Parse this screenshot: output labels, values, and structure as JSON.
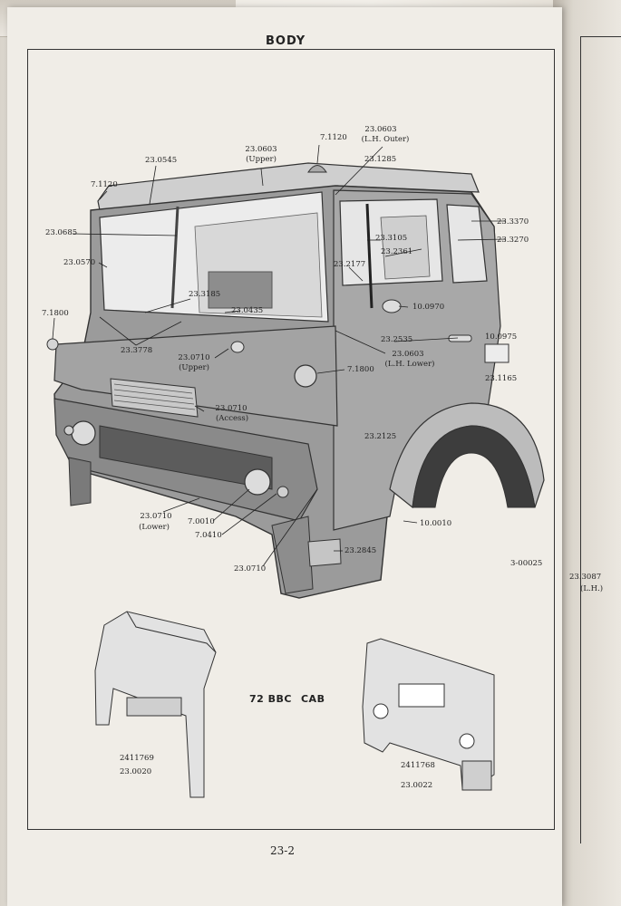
{
  "page": {
    "header": "BODY",
    "page_number": "23-2",
    "illustration_title_prefix": "72 BBC",
    "illustration_title_suffix": "CAB",
    "figure_code": "3-00025"
  },
  "callouts": {
    "c_545": "23.0545",
    "c_7120a": "7.1120",
    "c_603_upper": "23.0603",
    "upper_note": "(Upper)",
    "c_7120b": "7.1120",
    "c_603_lh_outer": "23.0603",
    "lh_outer_note": "(L.H. Outer)",
    "c_1285": "23.1285",
    "c_685": "23.0685",
    "c_570": "23.0570",
    "c_3370": "23.3370",
    "c_3270": "23.3270",
    "c_3105": "23.3105",
    "c_2361": "23.2361",
    "c_2177": "23.2177",
    "c_3185": "23.3185",
    "c_435": "23.0435",
    "c_970": "10.0970",
    "c_1800a": "7.1800",
    "c_3778": "23.3778",
    "c_2535": "23.2535",
    "c_975": "10.0975",
    "c_603_lh_lower": "23.0603",
    "lh_lower_note": "(L.H. Lower)",
    "c_710_upper": "23.0710",
    "upper_note2": "(Upper)",
    "c_1165": "23.1165",
    "c_1800b": "7.1800",
    "c_710_access": "23.0710",
    "access_note": "(Access)",
    "c_2125": "23.2125",
    "c_710_lower": "23.0710",
    "lower_note": "(Lower)",
    "c_7010": "7.0010",
    "c_7410": "7.0410",
    "c_10010": "10.0010",
    "c_2845": "23.2845",
    "c_710b": "23.0710",
    "c_2411769": "2411769",
    "c_020": "23.0020",
    "c_2411768": "2411768",
    "c_022": "23.0022",
    "edge_3087": "23.3087",
    "edge_lh": "(L.H.)"
  }
}
